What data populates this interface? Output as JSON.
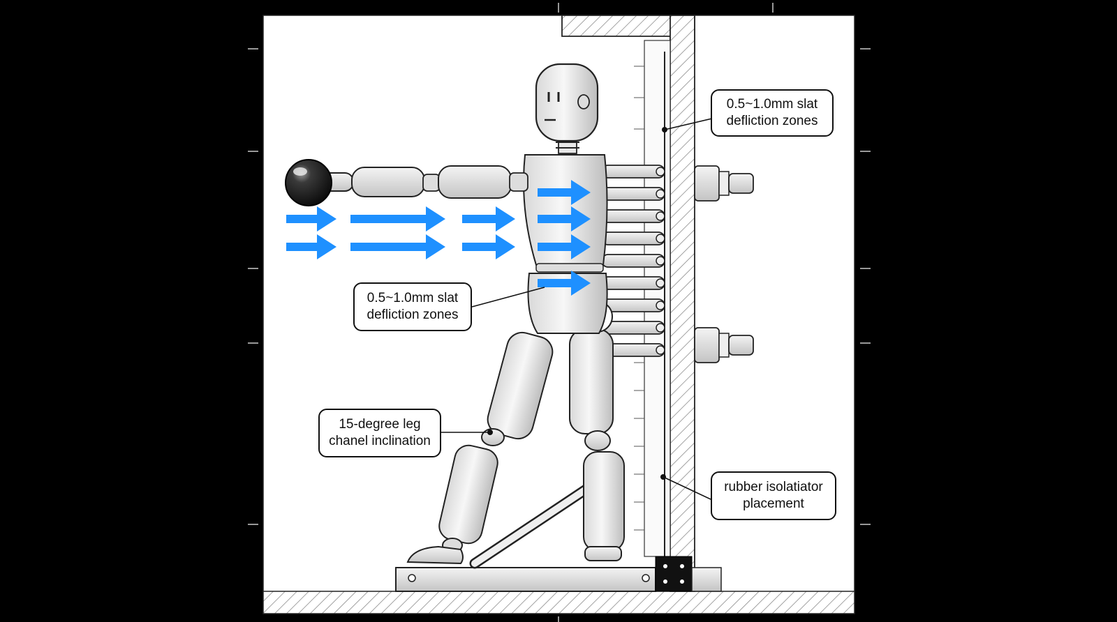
{
  "callouts": {
    "top_right": {
      "line1": "0.5~1.0mm slat",
      "line2": "defliction zones"
    },
    "middle_left": {
      "line1": "0.5~1.0mm slat",
      "line2": "defliction zones"
    },
    "leg": {
      "line1": "15-degree leg",
      "line2": "chanel inclination"
    },
    "rubber": {
      "line1": "rubber isolatiator",
      "line2": "placement"
    }
  },
  "colors": {
    "background": "#000000",
    "panel": "#ffffff",
    "force_arrow": "#1e90ff",
    "wall_hatch": "#9a9a9a",
    "line": "#111111"
  },
  "icons": [
    "force-arrow-icon",
    "impact-ball-icon",
    "mannequin-figure",
    "hatched-wall",
    "support-strut"
  ]
}
